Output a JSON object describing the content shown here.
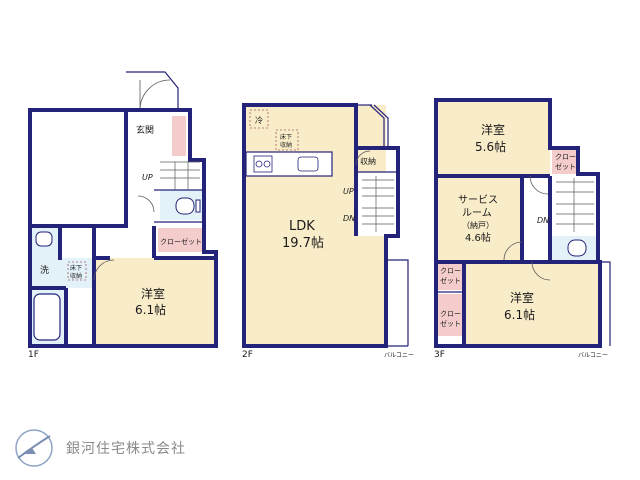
{
  "floors": {
    "f1": {
      "label": "1F",
      "genkan": "玄関",
      "up": "UP",
      "closet": "クローゼット",
      "wash": "洗",
      "storage": "床下\n収納",
      "storage_l1": "床下",
      "storage_l2": "収納",
      "room_name": "洋室",
      "room_size": "6.1帖"
    },
    "f2": {
      "label": "2F",
      "fridge": "冷",
      "storage_l1": "床下",
      "storage_l2": "収納",
      "shuno": "収納",
      "up": "UP",
      "dn": "DN",
      "ldk_name": "LDK",
      "ldk_size": "19.7帖",
      "balcony": "バルコニー"
    },
    "f3": {
      "label": "3F",
      "room1_name": "洋室",
      "room1_size": "5.6帖",
      "closet1_l1": "クロー",
      "closet1_l2": "ゼット",
      "service_l1": "サービス",
      "service_l2": "ルーム",
      "service_l3": "（納戸）",
      "service_size": "4.6帖",
      "dn": "DN",
      "closet2_l1": "クロー",
      "closet2_l2": "ゼット",
      "closet3_l1": "クロー",
      "closet3_l2": "ゼット",
      "room2_name": "洋室",
      "room2_size": "6.1帖",
      "balcony": "バルコニー"
    }
  },
  "company": "銀河住宅株式会社",
  "colors": {
    "wall": "#23237a",
    "room_fill": "#f9ecc9",
    "wet_fill": "#e3f1f8",
    "closet_fill": "#f4cccc",
    "company_text": "#8a8a8a"
  }
}
